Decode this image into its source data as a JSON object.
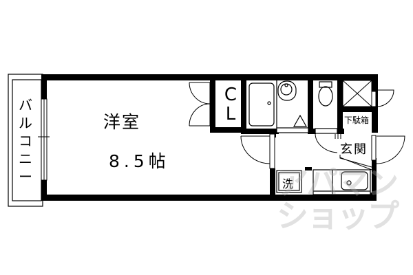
{
  "floor_plan": {
    "rooms": {
      "western_room": {
        "name": "洋室",
        "size": "8.5帖"
      },
      "balcony": {
        "name": "バルコニー"
      },
      "closet": {
        "name": "CL"
      },
      "shoe_cabinet": {
        "name": "下駄箱"
      },
      "entrance": {
        "name": "玄関"
      },
      "washer": {
        "name": "洗"
      }
    },
    "watermark": {
      "line1": "アパマン",
      "line2": "ショップ"
    },
    "colors": {
      "wall": "#000000",
      "background": "#ffffff",
      "watermark": "#aaaaaa"
    }
  }
}
